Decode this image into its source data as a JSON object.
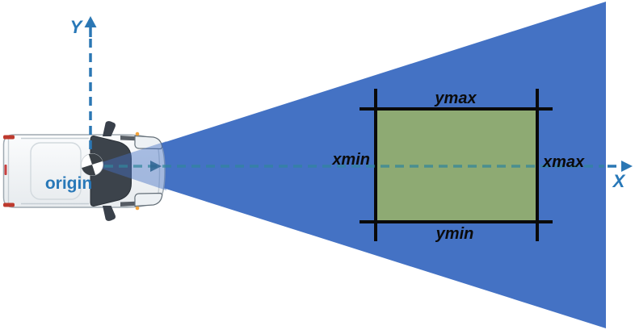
{
  "diagram": {
    "axes": {
      "x_label": "X",
      "y_label": "Y",
      "origin_label": "origin"
    },
    "roi": {
      "top_label": "ymax",
      "bottom_label": "ymin",
      "left_label": "xmin",
      "right_label": "xmax"
    },
    "icons": {
      "vehicle": "car-top-view-icon",
      "origin_marker": "center-of-mass-icon",
      "fov": "sensor-fov-cone",
      "x_arrow": "arrow-right-icon",
      "y_arrow": "arrow-up-icon"
    },
    "colors": {
      "fov_blue": "#4472C4",
      "roi_green": "#8EAA73",
      "axis_teal": "#31859B",
      "axis_blue": "#2B77B4",
      "direction_marker": "#2D6391",
      "roi_line_black": "#0A0A0A",
      "label_blue": "#2878B8",
      "roi_label_black": "#0B0B0B"
    }
  }
}
